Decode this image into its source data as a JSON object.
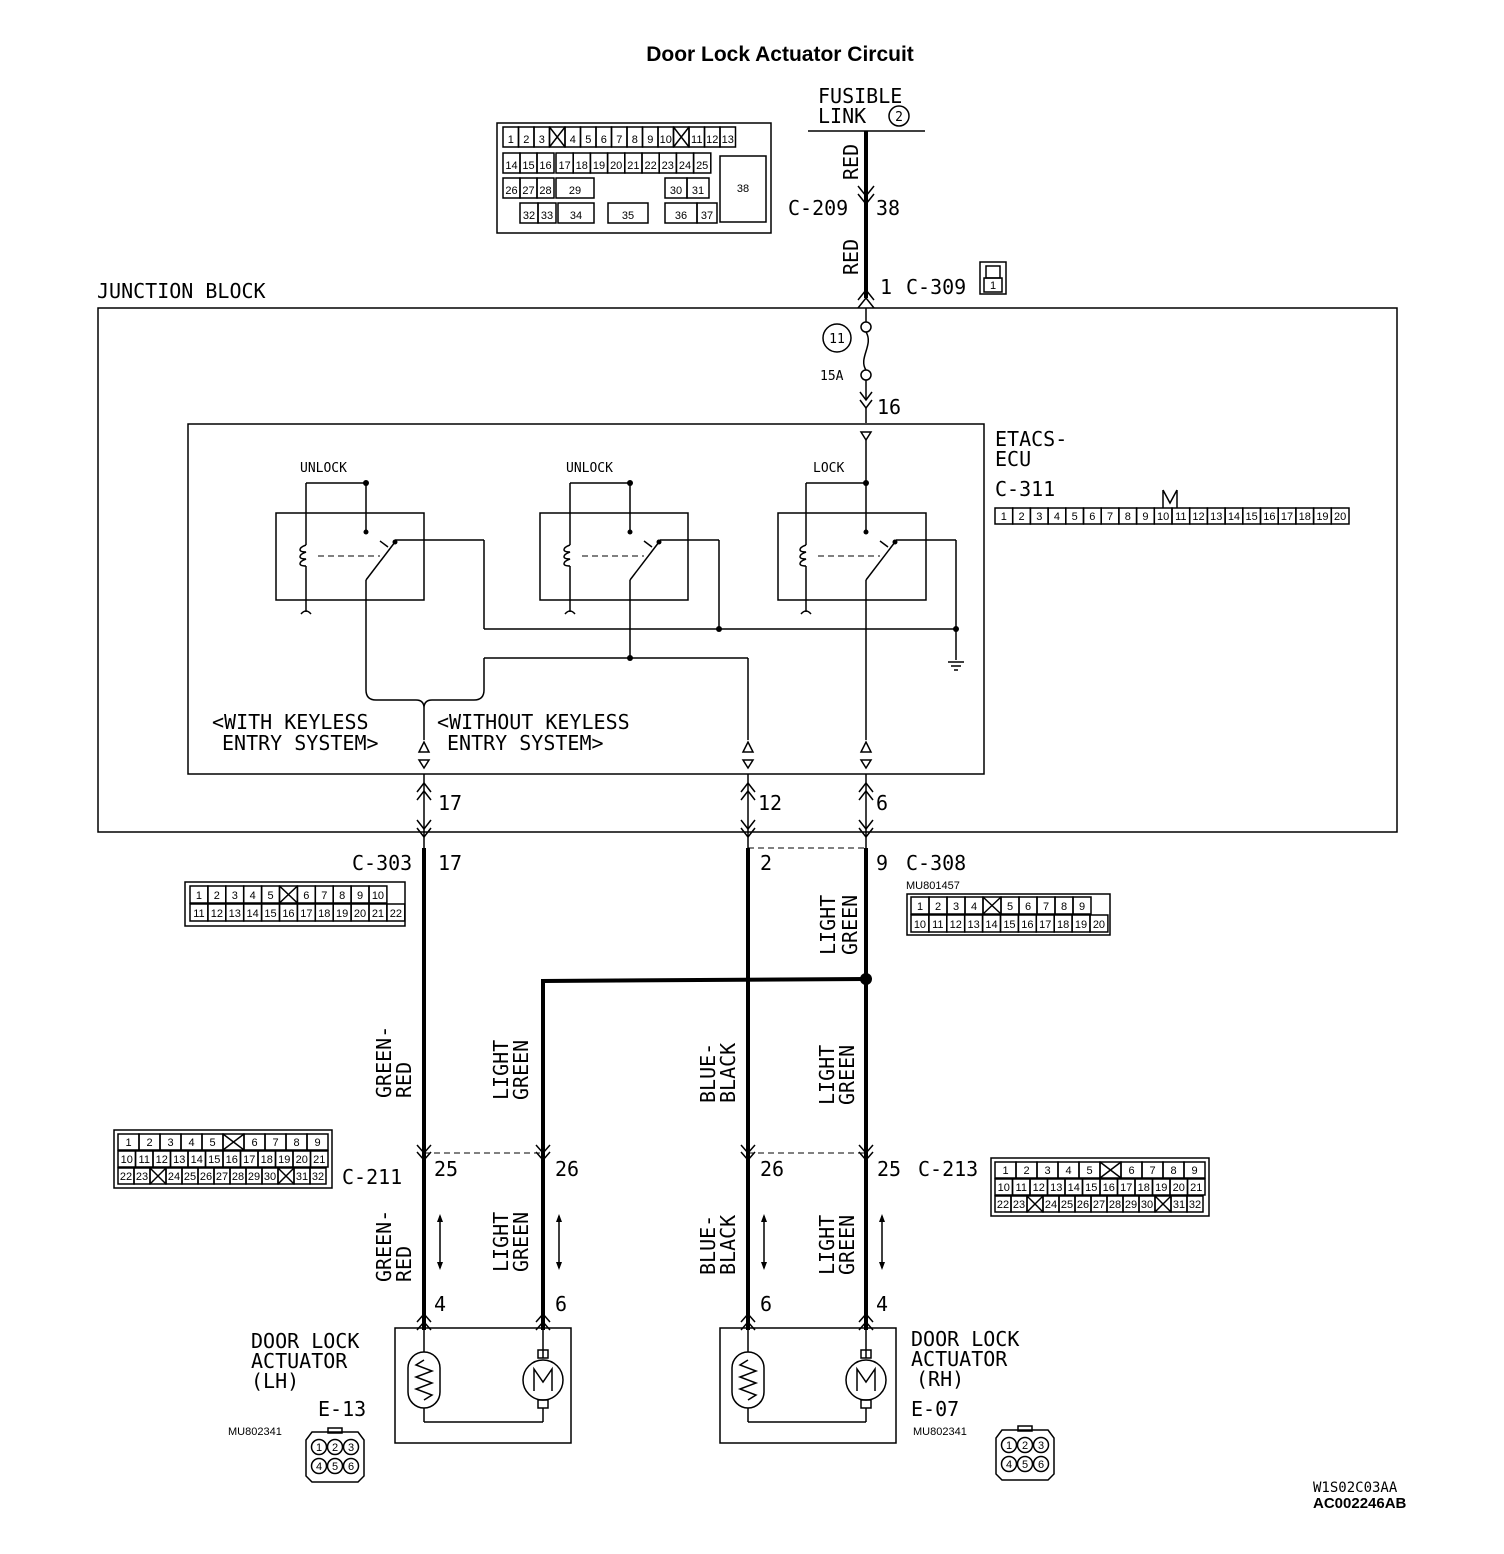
{
  "title": "Door Lock Actuator Circuit",
  "fusible_link": {
    "line1": "FUSIBLE",
    "line2": "LINK",
    "num": "2"
  },
  "connectors": {
    "c209": "C-209",
    "c309": "C-309",
    "c311": "C-311",
    "c303": "C-303",
    "c308": "C-308",
    "c211": "C-211",
    "c213": "C-213",
    "e13": "E-13",
    "e07": "E-07"
  },
  "pins": {
    "p38": "38",
    "p1": "1",
    "p16": "16",
    "p17a": "17",
    "p17b": "17",
    "p12": "12",
    "p6a": "6",
    "p2": "2",
    "p9": "9",
    "p25l": "25",
    "p26l": "26",
    "p26r": "26",
    "p25r": "25",
    "p4l": "4",
    "p6l": "6",
    "p6r": "6",
    "p4r": "4"
  },
  "junction_block": "JUNCTION BLOCK",
  "fuse": {
    "num": "11",
    "rating": "15A"
  },
  "etacs": {
    "line1": "ETACS-",
    "line2": "ECU"
  },
  "relays": {
    "r1": "UNLOCK",
    "r2": "UNLOCK",
    "r3": "LOCK"
  },
  "keyless": {
    "with1": "<WITH KEYLESS",
    "with2": "ENTRY SYSTEM>",
    "without1": "<WITHOUT KEYLESS",
    "without2": "ENTRY SYSTEM>"
  },
  "wires": {
    "red1": "RED",
    "red2": "RED",
    "gr1a": "GREEN-",
    "gr1b": "RED",
    "gr2a": "GREEN-",
    "gr2b": "RED",
    "lg1a": "LIGHT",
    "lg1b": "GREEN",
    "lg2a": "LIGHT",
    "lg2b": "GREEN",
    "lg3a": "LIGHT",
    "lg3b": "GREEN",
    "lg4a": "LIGHT",
    "lg4b": "GREEN",
    "lg5a": "LIGHT",
    "lg5b": "GREEN",
    "bb1a": "BLUE-",
    "bb1b": "BLACK",
    "bb2a": "BLUE-",
    "bb2b": "BLACK"
  },
  "actuators": {
    "lh": {
      "l1": "DOOR LOCK",
      "l2": "ACTUATOR",
      "l3": "(LH)"
    },
    "rh": {
      "l1": "DOOR LOCK",
      "l2": "ACTUATOR",
      "l3": "(RH)"
    }
  },
  "part_numbers": {
    "c308": "MU801457",
    "e13": "MU802341",
    "e07": "MU802341"
  },
  "connector_faces": {
    "c209_rows": [
      [
        "1",
        "2",
        "3",
        "",
        "4",
        "5",
        "6",
        "7",
        "8",
        "9",
        "10",
        "",
        "11",
        "12",
        "13"
      ],
      [
        "14",
        "15",
        "16",
        "17",
        "18",
        "19",
        "20",
        "21",
        "22",
        "23",
        "24",
        "25"
      ],
      [
        "26",
        "27",
        "28",
        "29",
        "30",
        "31",
        "38"
      ],
      [
        "32",
        "33",
        "34",
        "35",
        "36",
        "37"
      ]
    ],
    "c311": [
      "1",
      "2",
      "3",
      "4",
      "5",
      "6",
      "7",
      "8",
      "9",
      "10",
      "11",
      "12",
      "13",
      "14",
      "15",
      "16",
      "17",
      "18",
      "19",
      "20"
    ],
    "c303_top": [
      "1",
      "2",
      "3",
      "4",
      "5",
      "",
      "6",
      "7",
      "8",
      "9",
      "10"
    ],
    "c303_bot": [
      "11",
      "12",
      "13",
      "14",
      "15",
      "16",
      "17",
      "18",
      "19",
      "20",
      "21",
      "22"
    ],
    "c308_top": [
      "1",
      "2",
      "3",
      "4",
      "",
      "5",
      "6",
      "7",
      "8",
      "9"
    ],
    "c308_bot": [
      "10",
      "11",
      "12",
      "13",
      "14",
      "15",
      "16",
      "17",
      "18",
      "19",
      "20"
    ],
    "c211_top": [
      "1",
      "2",
      "3",
      "4",
      "5",
      "",
      "6",
      "7",
      "8",
      "9"
    ],
    "c211_mid": [
      "10",
      "11",
      "12",
      "13",
      "14",
      "15",
      "16",
      "17",
      "18",
      "19",
      "20",
      "21"
    ],
    "c211_bot": [
      "22",
      "23",
      "",
      "24",
      "25",
      "26",
      "27",
      "28",
      "29",
      "30",
      "",
      "31",
      "32"
    ],
    "c213_top": [
      "1",
      "2",
      "3",
      "4",
      "5",
      "",
      "6",
      "7",
      "8",
      "9"
    ],
    "c213_mid": [
      "10",
      "11",
      "12",
      "13",
      "14",
      "15",
      "16",
      "17",
      "18",
      "19",
      "20",
      "21"
    ],
    "c213_bot": [
      "22",
      "23",
      "",
      "24",
      "25",
      "26",
      "27",
      "28",
      "29",
      "30",
      "",
      "31",
      "32"
    ],
    "c309": "1",
    "e_pins": [
      "1",
      "2",
      "3",
      "4",
      "5",
      "6"
    ]
  },
  "codes": {
    "code1": "W1S02C03AA",
    "code2": "AC002246AB"
  }
}
